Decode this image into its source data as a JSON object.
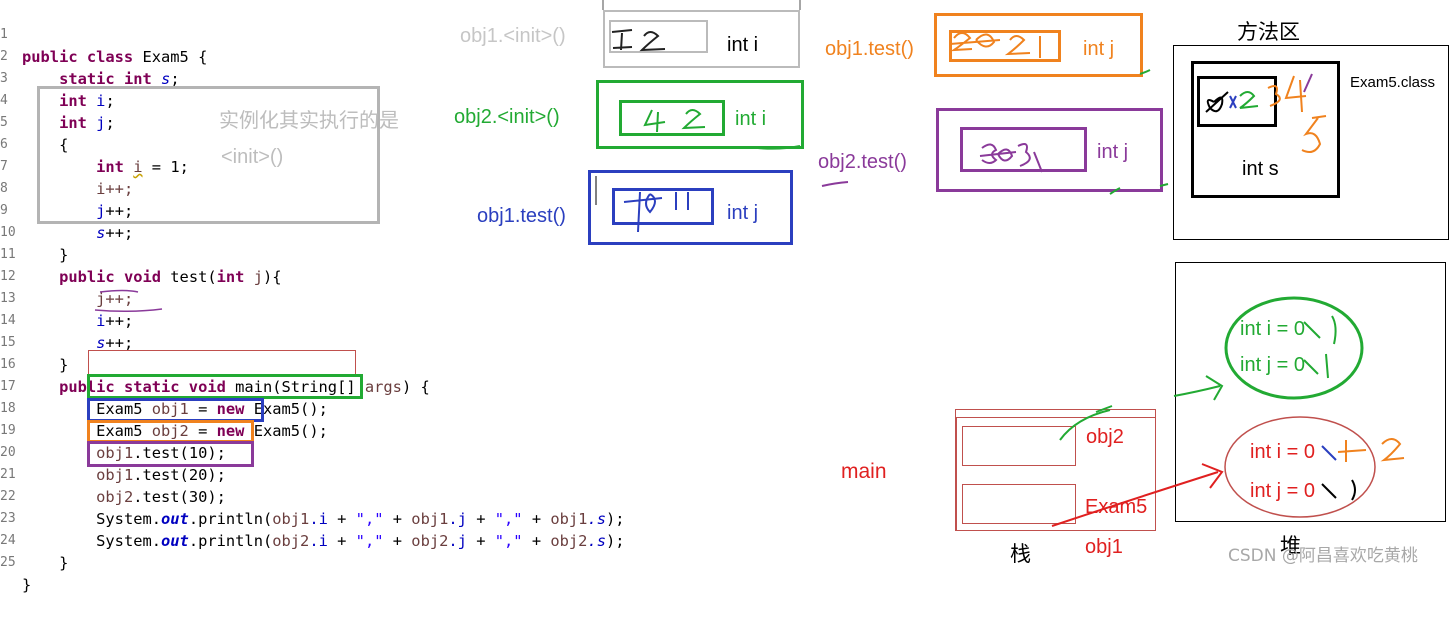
{
  "code": {
    "line_numbers": [
      "1",
      "2",
      "3",
      "4",
      "5",
      "6",
      "7",
      "8",
      "9",
      "10",
      "11",
      "12",
      "13",
      "14",
      "15",
      "16",
      "17",
      "18",
      "19",
      "20",
      "21",
      "22",
      "23",
      "24",
      "25"
    ],
    "l1_kw": "public class",
    "l1_rest": " Exam5 {",
    "l2_kw": "static int",
    "l2_var": "s",
    "l2_end": ";",
    "l3_kw": "int",
    "l3_var": "i",
    "l3_end": ";",
    "l4_kw": "int",
    "l4_var": "j",
    "l4_end": ";",
    "l5": "{",
    "l6_kw": "int",
    "l6_var": "i",
    "l6_rest": " = 1;",
    "l7": "i++;",
    "l8_var": "j",
    "l8_end": "++;",
    "l9_var": "s",
    "l9_end": "++;",
    "l10": "}",
    "l11_kw": "public void",
    "l11_mid": " test(",
    "l11_kw2": "int",
    "l11_var": " j",
    "l11_end": "){",
    "l12": "j++;",
    "l13_var": "i",
    "l13_end": "++;",
    "l14_var": "s",
    "l14_end": "++;",
    "l15": "}",
    "l16_kw": "public static void",
    "l16_mid": " main(String[] ",
    "l16_var": "args",
    "l16_end": ") {",
    "l17_a": "Exam5 ",
    "l17_var": "obj1",
    "l17_b": " = ",
    "l17_kw": "new",
    "l17_c": " Exam5();",
    "l18_a": "Exam5 ",
    "l18_var": "obj2",
    "l18_b": " = ",
    "l18_kw": "new",
    "l18_c": " Exam5();",
    "l19_var": "obj1",
    "l19_rest": ".test(10);",
    "l20_var": "obj1",
    "l20_rest": ".test(20);",
    "l21_var": "obj2",
    "l21_rest": ".test(30);",
    "l22_a": "System.",
    "l22_out": "out",
    "l22_b": ".println(",
    "l22_v1": "obj1",
    "l22_f1": ".i",
    "l22_p1": " + ",
    "l22_s1": "\",\"",
    "l22_p2": " + ",
    "l22_v2": "obj1",
    "l22_f2": ".j",
    "l22_p3": " + ",
    "l22_s2": "\",\"",
    "l22_p4": " + ",
    "l22_v3": "obj1",
    "l22_f3": ".s",
    "l22_end": ");",
    "l23_a": "System.",
    "l23_out": "out",
    "l23_b": ".println(",
    "l23_v1": "obj2",
    "l23_f1": ".i",
    "l23_p1": " + ",
    "l23_s1": "\",\"",
    "l23_p2": " + ",
    "l23_v2": "obj2",
    "l23_f2": ".j",
    "l23_p3": " + ",
    "l23_s2": "\",\"",
    "l23_p4": " + ",
    "l23_v3": "obj2",
    "l23_f3": ".s",
    "l23_end": ");",
    "l24": "}",
    "l25": "}"
  },
  "annotations": {
    "init_note_line1": "实例化其实执行的是",
    "init_note_line2": "<init>()"
  },
  "frames": {
    "obj1_init": {
      "label": "obj1.<init>()",
      "var": "int i",
      "hand": "1 2",
      "color": "#bbbbbb"
    },
    "obj2_init": {
      "label": "obj2.<init>()",
      "var": "int i",
      "hand": "4 2",
      "color": "#22aa33"
    },
    "obj1_test_10": {
      "label": "obj1.test()",
      "var": "int j",
      "hand": "10 11",
      "color": "#2b3fbf"
    },
    "obj1_test_20": {
      "label": "obj1.test()",
      "var": "int j",
      "hand": "20 21",
      "color": "#f0821e"
    },
    "obj2_test_30": {
      "label": "obj2.test()",
      "var": "int j",
      "hand": "30 31",
      "color": "#8a3a9a"
    }
  },
  "method_area": {
    "title": "方法区",
    "class_label": "Exam5.class",
    "static_var": "int s",
    "hand_values": "0 1 2 3 4 5"
  },
  "heap": {
    "title": "堆",
    "obj_green": {
      "line1": "int i = 0",
      "line2": "int j = 0",
      "hand": "1 1",
      "color": "#22aa33"
    },
    "obj_red": {
      "line1": "int i = 0",
      "line2": "int j = 0",
      "hand": "1 2 1",
      "color": "#e02020"
    }
  },
  "stack": {
    "title": "栈",
    "main_label": "main",
    "ref_obj2": "obj2",
    "ref_exam5": "Exam5",
    "ref_obj1": "obj1"
  },
  "watermark": "CSDN @阿昌喜欢吃黄桃"
}
